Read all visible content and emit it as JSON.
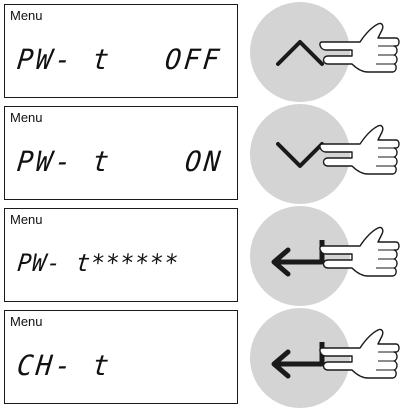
{
  "steps": [
    {
      "menu_label": "Menu",
      "display_left": "PW- t",
      "display_right": "OFF",
      "key_icon": "up-arrow-icon"
    },
    {
      "menu_label": "Menu",
      "display_left": "PW- t",
      "display_right": "ON",
      "key_icon": "down-arrow-icon"
    },
    {
      "menu_label": "Menu",
      "display_left": "PW- t******",
      "display_right": "",
      "key_icon": "enter-icon"
    },
    {
      "menu_label": "Menu",
      "display_left": "CH- t",
      "display_right": "",
      "key_icon": "enter-icon"
    }
  ],
  "colors": {
    "key_fill": "#d4d4d4",
    "line": "#1a1a1a"
  }
}
